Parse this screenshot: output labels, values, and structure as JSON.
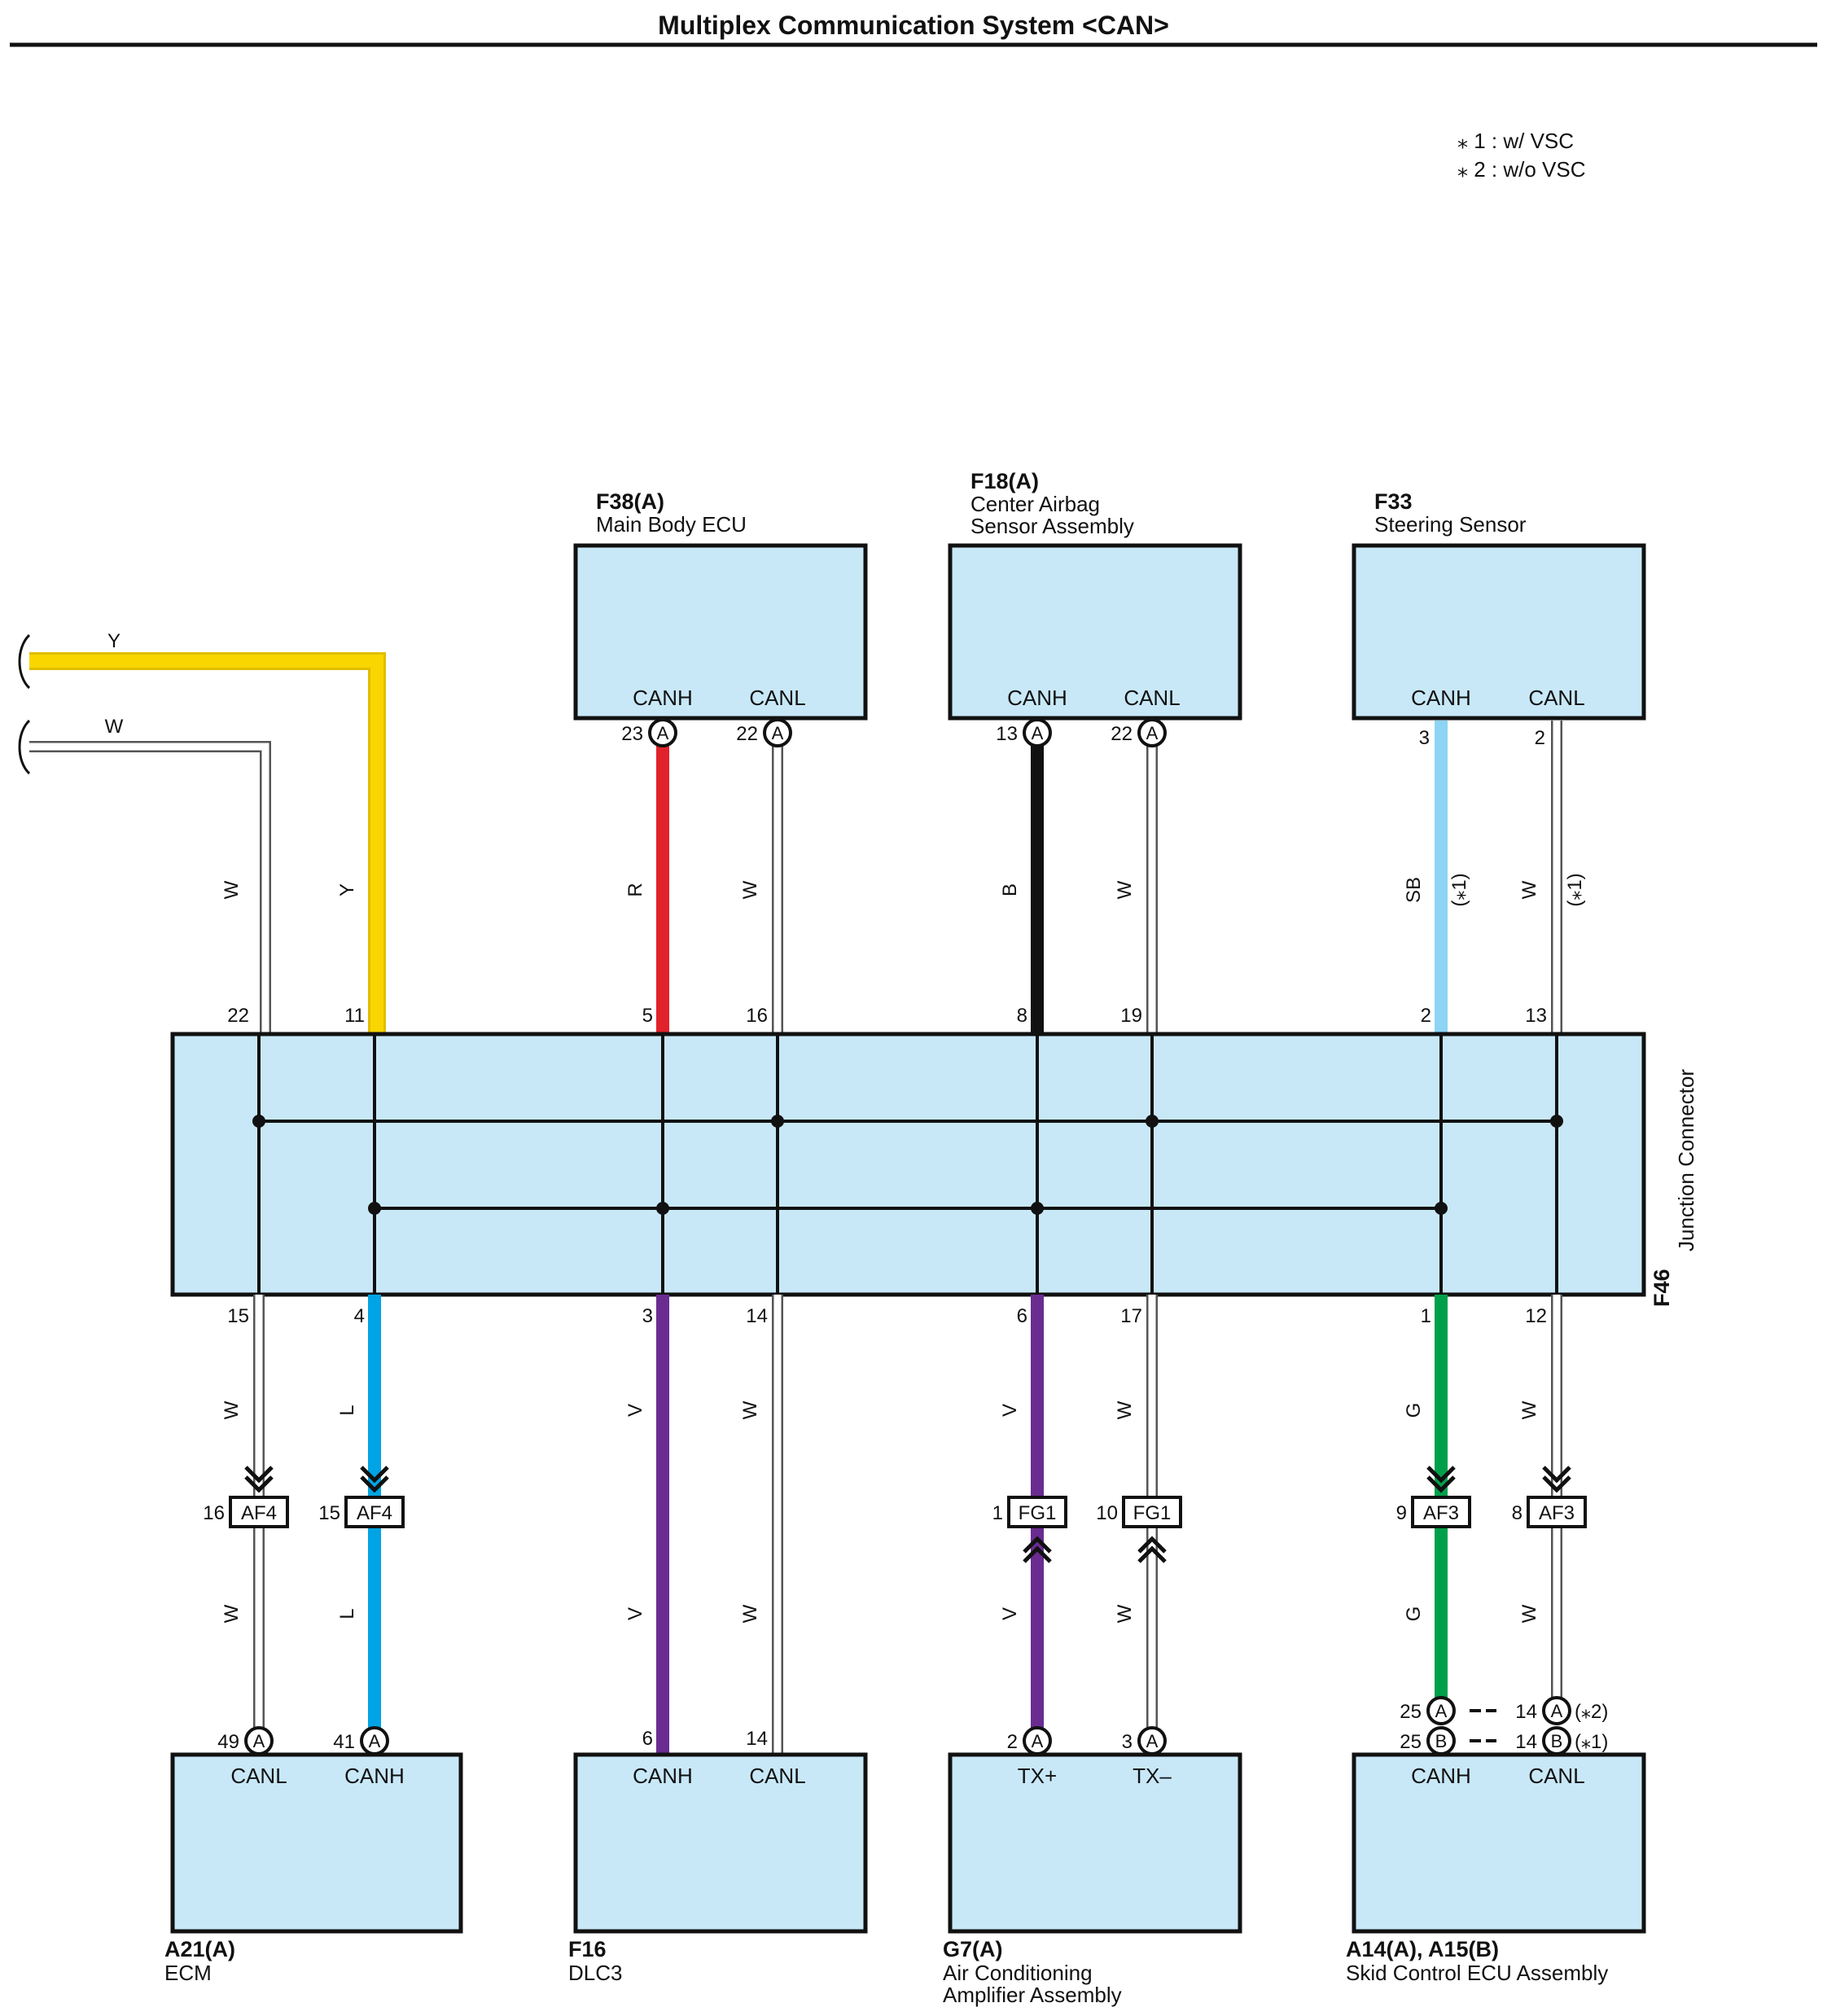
{
  "title": "Multiplex Communication System <CAN>",
  "notes": [
    "⁎ 1 : w/ VSC",
    "⁎ 2 : w/o VSC"
  ],
  "colors": {
    "box_fill": "#c8e8f8",
    "Y": "#f9d600",
    "W": "#ffffff",
    "R": "#e2222a",
    "B": "#111111",
    "SB": "#8ed4f5",
    "L": "#00a4e4",
    "V": "#6a2c91",
    "G": "#00a04a"
  },
  "components": {
    "main_body_ecu": {
      "code": "F38(A)",
      "name": "Main Body ECU",
      "pin_labels": [
        "CANH",
        "CANL"
      ]
    },
    "center_airbag": {
      "code": "F18(A)",
      "name_lines": [
        "Center Airbag",
        "Sensor Assembly"
      ],
      "pin_labels": [
        "CANH",
        "CANL"
      ]
    },
    "steering_sensor": {
      "code": "F33",
      "name": "Steering Sensor",
      "pin_labels": [
        "CANH",
        "CANL"
      ]
    },
    "junction": {
      "code": "F46",
      "name": "Junction Connector"
    },
    "ecm": {
      "code": "A21(A)",
      "name": "ECM",
      "pin_labels": [
        "CANL",
        "CANH"
      ]
    },
    "dlc3": {
      "code": "F16",
      "name": "DLC3",
      "pin_labels": [
        "CANH",
        "CANL"
      ]
    },
    "ac_amp": {
      "code": "G7(A)",
      "name_lines": [
        "Air Conditioning",
        "Amplifier Assembly"
      ],
      "pin_labels": [
        "TX+",
        "TX–"
      ]
    },
    "skid_ecu": {
      "code": "A14(A), A15(B)",
      "name": "Skid Control ECU Assembly",
      "pin_labels": [
        "CANH",
        "CANL"
      ]
    }
  },
  "wires": {
    "left_in": [
      "Y",
      "W"
    ],
    "top": [
      {
        "color": "W",
        "jpin": "22"
      },
      {
        "color": "Y",
        "jpin": "11"
      },
      {
        "color": "R",
        "jpin": "5",
        "pin": "23",
        "conn": "A"
      },
      {
        "color": "W",
        "jpin": "16",
        "pin": "22",
        "conn": "A"
      },
      {
        "color": "B",
        "jpin": "8",
        "pin": "13",
        "conn": "A"
      },
      {
        "color": "W",
        "jpin": "19",
        "pin": "22",
        "conn": "A"
      },
      {
        "color": "SB",
        "jpin": "2",
        "pin": "3",
        "note": "(⁎1)"
      },
      {
        "color": "W",
        "jpin": "13",
        "pin": "2",
        "note": "(⁎1)"
      }
    ],
    "bottom": [
      {
        "color": "W",
        "jpin": "15",
        "ic_pin": "16",
        "ic": "AF4",
        "pin": "49",
        "conn": "A"
      },
      {
        "color": "L",
        "jpin": "4",
        "ic_pin": "15",
        "ic": "AF4",
        "pin": "41",
        "conn": "A"
      },
      {
        "color": "V",
        "jpin": "3",
        "pin": "6"
      },
      {
        "color": "W",
        "jpin": "14",
        "pin": "14"
      },
      {
        "color": "V",
        "jpin": "6",
        "ic_pin": "1",
        "ic": "FG1",
        "pin": "2",
        "conn": "A"
      },
      {
        "color": "W",
        "jpin": "17",
        "ic_pin": "10",
        "ic": "FG1",
        "pin": "3",
        "conn": "A"
      },
      {
        "color": "G",
        "jpin": "1",
        "ic_pin": "9",
        "ic": "AF3"
      },
      {
        "color": "W",
        "jpin": "12",
        "ic_pin": "8",
        "ic": "AF3"
      }
    ],
    "skid_pins": [
      {
        "left_pin": "25",
        "left_conn": "A",
        "right_pin": "14",
        "right_conn": "A",
        "note": "(⁎2)"
      },
      {
        "left_pin": "25",
        "left_conn": "B",
        "right_pin": "14",
        "right_conn": "B",
        "note": "(⁎1)"
      }
    ]
  }
}
